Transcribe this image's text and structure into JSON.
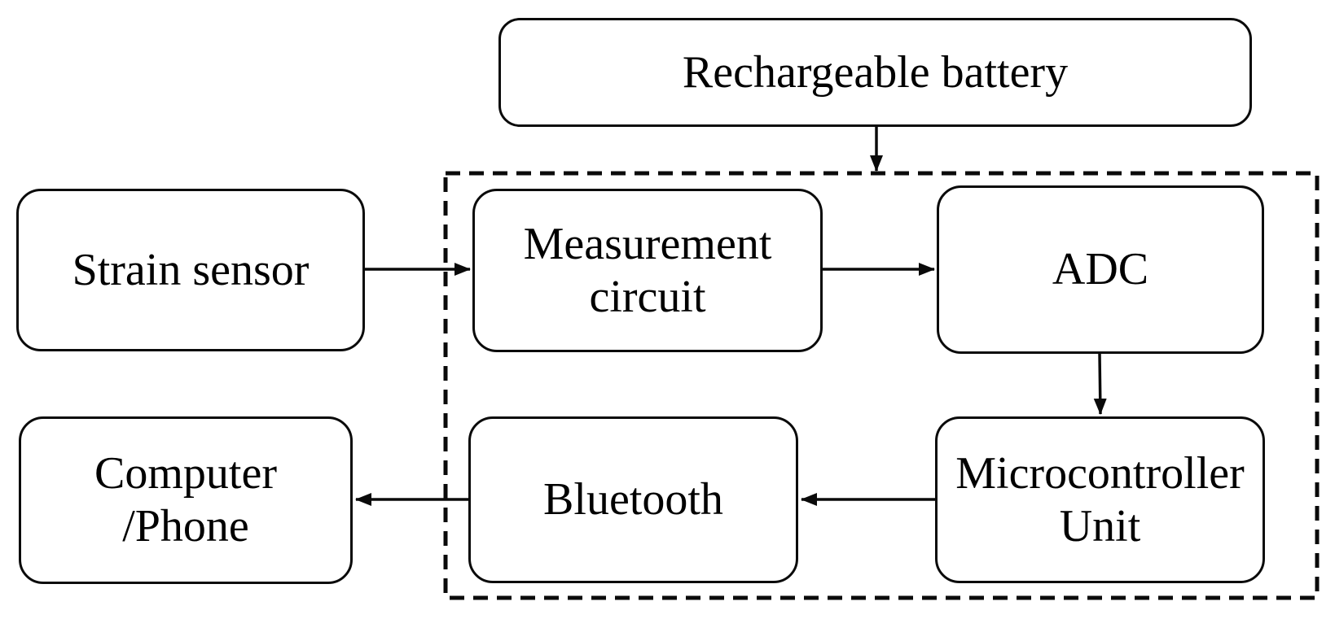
{
  "diagram": {
    "type": "block-diagram",
    "colors": {
      "stroke": "#0a0a0a",
      "background": "#ffffff"
    },
    "nodes": {
      "battery": {
        "label": "Rechargeable battery",
        "lines": [
          "Rechargeable battery"
        ],
        "shape": "rounded-rect",
        "border": "solid"
      },
      "strain_sensor": {
        "label": "Strain sensor",
        "lines": [
          "Strain sensor"
        ],
        "shape": "rounded-rect",
        "border": "solid"
      },
      "measurement_circuit": {
        "label": "Measurement circuit",
        "lines": [
          "Measurement",
          "circuit"
        ],
        "shape": "rounded-rect",
        "border": "solid"
      },
      "adc": {
        "label": "ADC",
        "lines": [
          "ADC"
        ],
        "shape": "rounded-rect",
        "border": "solid"
      },
      "microcontroller": {
        "label": "Microcontroller Unit",
        "lines": [
          "Microcontroller",
          "Unit"
        ],
        "shape": "rounded-rect",
        "border": "solid"
      },
      "bluetooth": {
        "label": "Bluetooth",
        "lines": [
          "Bluetooth"
        ],
        "shape": "rounded-rect",
        "border": "solid"
      },
      "computer_phone": {
        "label": "Computer /Phone",
        "lines": [
          "Computer",
          "/Phone"
        ],
        "shape": "rounded-rect",
        "border": "solid"
      }
    },
    "container": {
      "name": "dashed module boundary",
      "border": "dashed",
      "contains": [
        "Measurement circuit",
        "ADC",
        "Bluetooth",
        "Microcontroller Unit"
      ]
    },
    "edges": [
      {
        "from": "Rechargeable battery",
        "to": "dashed module boundary",
        "direction": "down"
      },
      {
        "from": "Strain sensor",
        "to": "Measurement circuit",
        "direction": "right"
      },
      {
        "from": "Measurement circuit",
        "to": "ADC",
        "direction": "right"
      },
      {
        "from": "ADC",
        "to": "Microcontroller Unit",
        "direction": "down"
      },
      {
        "from": "Microcontroller Unit",
        "to": "Bluetooth",
        "direction": "left"
      },
      {
        "from": "Bluetooth",
        "to": "Computer /Phone",
        "direction": "left"
      }
    ]
  }
}
